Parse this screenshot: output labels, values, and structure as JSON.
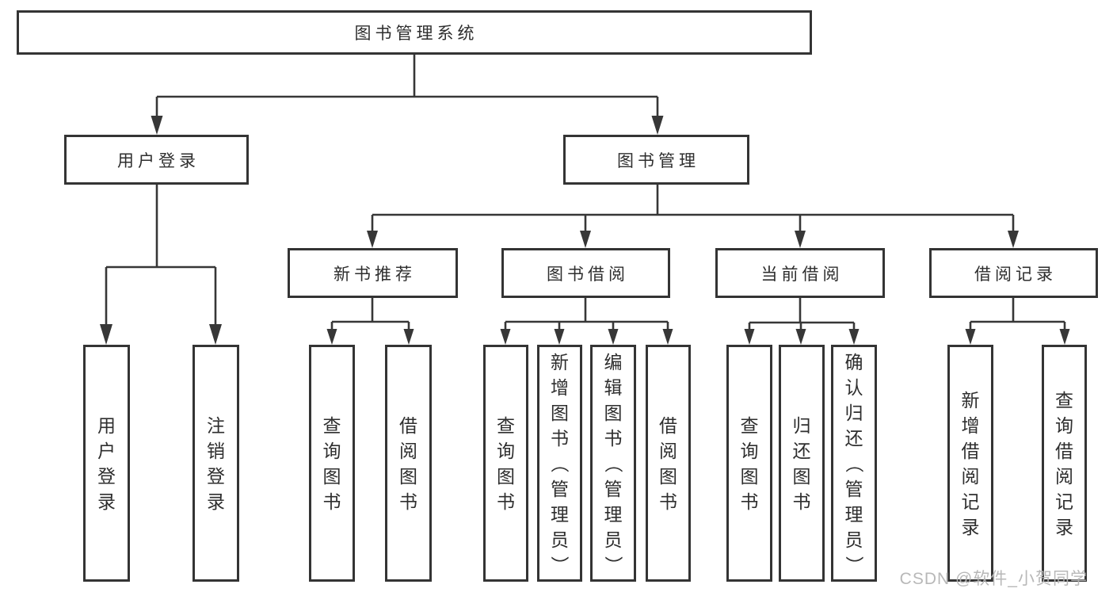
{
  "nodes": {
    "root": "图书管理系统",
    "user_login": "用户登录",
    "book_mgmt": "图书管理",
    "new_book": "新书推荐",
    "book_borrow": "图书借阅",
    "current_borrow": "当前借阅",
    "borrow_record": "借阅记录",
    "leaf_user_login": "用户登录",
    "leaf_logout": "注销登录",
    "leaf_nb_query": "查询图书",
    "leaf_nb_borrow": "借阅图书",
    "leaf_bb_query": "查询图书",
    "leaf_bb_add": "新增图书（管理员）",
    "leaf_bb_edit": "编辑图书（管理员）",
    "leaf_bb_borrow": "借阅图书",
    "leaf_cb_query": "查询图书",
    "leaf_cb_return": "归还图书",
    "leaf_cb_confirm": "确认归还（管理员）",
    "leaf_br_add": "新增借阅记录",
    "leaf_br_query": "查询借阅记录"
  },
  "watermark": "CSDN @软件_小贺同学",
  "colors": {
    "line": "#373737",
    "box_border": "#343434",
    "background": "#ffffff",
    "text": "#2e2e2e",
    "watermark": "#b5b5b5"
  }
}
